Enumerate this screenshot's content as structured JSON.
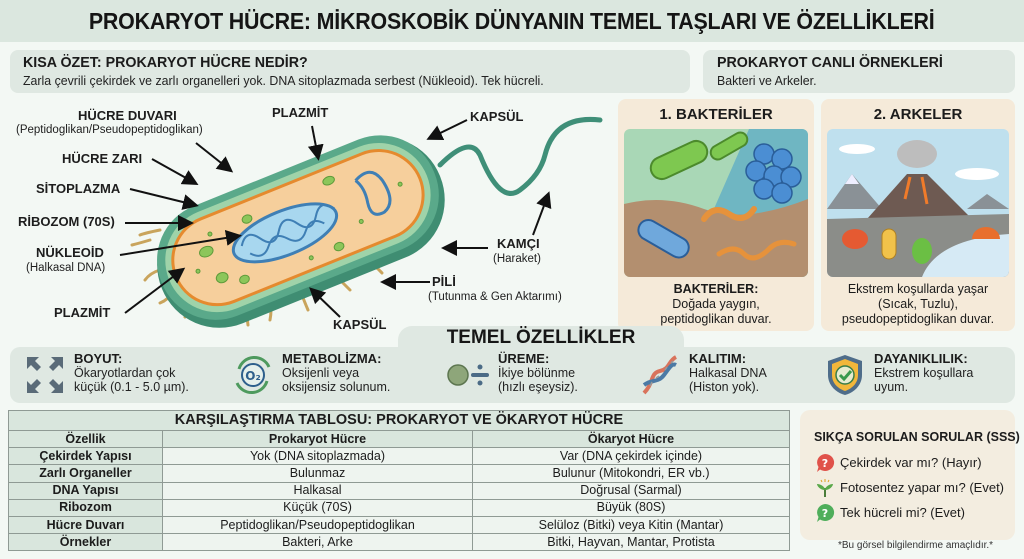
{
  "title": "PROKARYOT HÜCRE: MİKROSKOBİK DÜNYANIN TEMEL TAŞLARI VE ÖZELLİKLERİ",
  "summary": {
    "heading": "KISA ÖZET: PROKARYOT HÜCRE NEDİR?",
    "text": "Zarla çevrili çekirdek ve zarlı organelleri yok. DNA sitoplazmada serbest (Nükleoid). Tek hücreli."
  },
  "examples": {
    "heading": "PROKARYOT CANLI ÖRNEKLERİ",
    "text": "Bakteri ve Arkeler.",
    "cards": [
      {
        "title": "1. BAKTERİLER",
        "desc_bold": "BAKTERİLER:",
        "desc_lines": [
          "Doğada yaygın,",
          "peptidoglikan duvar."
        ]
      },
      {
        "title": "2. ARKELER",
        "desc_bold": "",
        "desc_lines": [
          "Ekstrem koşullarda yaşar",
          "(Sıcak, Tuzlu),",
          "pseudopeptidoglikan duvar."
        ]
      }
    ]
  },
  "diagram": {
    "labels": {
      "cell_wall": "HÜCRE DUVARI",
      "cell_wall_sub": "(Peptidoglikan/Pseudopeptidoglikan)",
      "cell_membrane": "HÜCRE ZARI",
      "cytoplasm": "SİTOPLAZMA",
      "ribosome": "RİBOZOM (70S)",
      "nucleoid": "NÜKLEOİD",
      "nucleoid_sub": "(Halkasal DNA)",
      "plasmid_left": "PLAZMİT",
      "plasmid_top": "PLAZMİT",
      "capsule_top": "KAPSÜL",
      "capsule_bottom": "KAPSÜL",
      "flagellum": "KAMÇI",
      "flagellum_sub": "(Haraket)",
      "pili": "PİLİ",
      "pili_sub": "(Tutunma & Gen Aktarımı)"
    },
    "colors": {
      "capsule": "#4f9a7c",
      "wall": "#7fc29a",
      "membrane": "#e58a2e",
      "cytoplasm": "#f6cf9c",
      "dna": "#3f7fb5",
      "ribosome": "#8cc65a"
    }
  },
  "features": {
    "title": "TEMEL ÖZELLİKLER",
    "items": [
      {
        "icon": "arrows-expand-icon",
        "title": "BOYUT:",
        "lines": [
          "Ökaryotlardan çok",
          "küçük (0.1 - 5.0 µm)."
        ]
      },
      {
        "icon": "oxygen-cycle-icon",
        "title": "METABOLİZMA:",
        "lines": [
          "Oksijenli veya",
          "oksijensiz solunum."
        ]
      },
      {
        "icon": "cell-division-icon",
        "title": "ÜREME:",
        "lines": [
          "İkiye bölünme",
          "(hızlı eşeysiz)."
        ]
      },
      {
        "icon": "dna-helix-icon",
        "title": "KALITIM:",
        "lines": [
          "Halkasal DNA",
          "(Histon yok)."
        ]
      },
      {
        "icon": "shield-check-icon",
        "title": "DAYANIKLILIK:",
        "lines": [
          "Ekstrem koşullara",
          "uyum."
        ]
      }
    ]
  },
  "table": {
    "caption": "KARŞILAŞTIRMA TABLOSU: PROKARYOT VE ÖKARYOT HÜCRE",
    "headers": [
      "Özellik",
      "Prokaryot Hücre",
      "Ökaryot Hücre"
    ],
    "rows": [
      [
        "Çekirdek Yapısı",
        "Yok (DNA sitoplazmada)",
        "Var (DNA çekirdek içinde)"
      ],
      [
        "Zarlı Organeller",
        "Bulunmaz",
        "Bulunur (Mitokondri, ER vb.)"
      ],
      [
        "DNA Yapısı",
        "Halkasal",
        "Doğrusal (Sarmal)"
      ],
      [
        "Ribozom",
        "Küçük (70S)",
        "Büyük (80S)"
      ],
      [
        "Hücre Duvarı",
        "Peptidoglikan/Pseudopeptidoglikan",
        "Selüloz (Bitki) veya Kitin (Mantar)"
      ],
      [
        "Örnekler",
        "Bakteri, Arke",
        "Bitki, Hayvan, Mantar, Protista"
      ]
    ]
  },
  "faq": {
    "heading": "SIKÇA SORULAN SORULAR (SSS)",
    "items": [
      {
        "icon": "question-bubble-red-icon",
        "text": "Çekirdek var mı? (Hayır)"
      },
      {
        "icon": "sprout-icon",
        "text": "Fotosentez yapar mı? (Evet)"
      },
      {
        "icon": "question-bubble-green-icon",
        "text": "Tek hücreli mi? (Evet)"
      }
    ]
  },
  "note": "*Bu görsel bilgilendirme amaçlıdır.*"
}
